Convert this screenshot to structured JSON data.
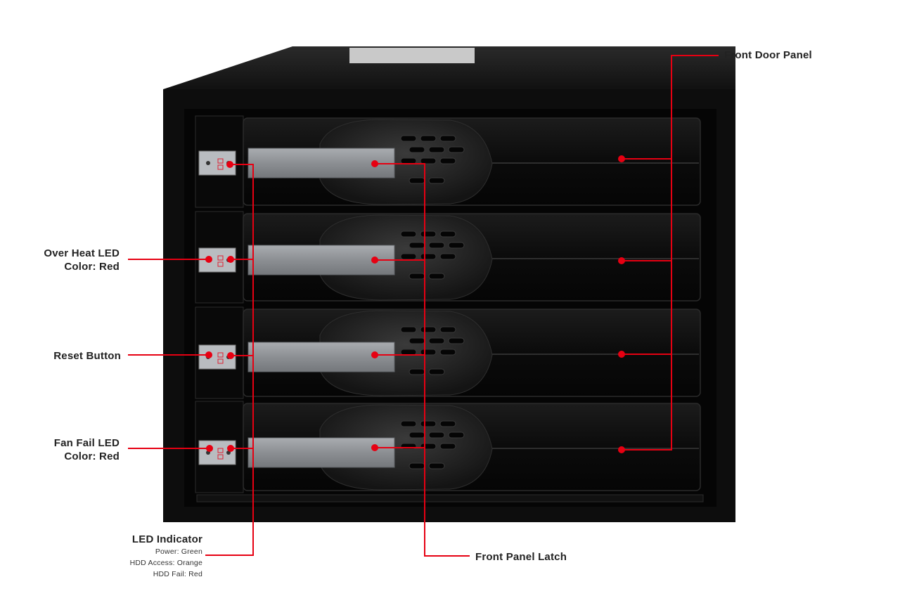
{
  "callouts": {
    "front_door_panel": "Front Door Panel",
    "over_heat_led": {
      "line1": "Over Heat LED",
      "line2": "Color: Red"
    },
    "reset_button": "Reset Button",
    "fan_fail_led": {
      "line1": "Fan Fail LED",
      "line2": "Color: Red"
    },
    "led_indicator": {
      "title": "LED Indicator",
      "items": [
        "Power: Green",
        "HDD Access: Orange",
        "HDD Fail: Red"
      ]
    },
    "front_panel_latch": "Front Panel Latch"
  },
  "colors": {
    "callout_line": "#e60012",
    "enclosure": "#0d0d0d",
    "latch": "#8f9296",
    "text": "#222222"
  },
  "bays": 4
}
